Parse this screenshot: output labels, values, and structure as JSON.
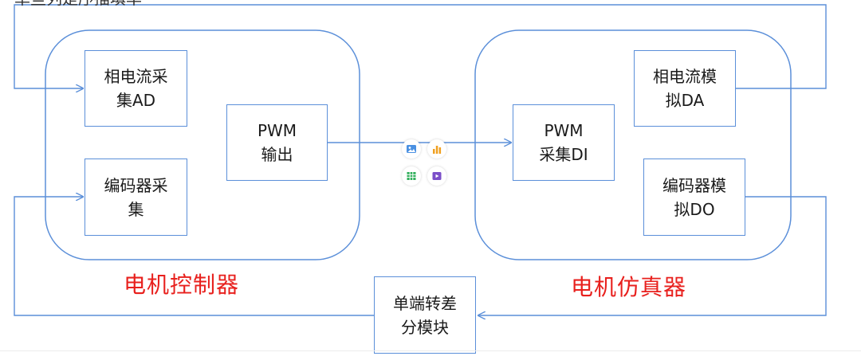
{
  "top_text": "单些列是序描填率",
  "controller": {
    "title": "电机控制器",
    "phase_ad": "相电流采\n集AD",
    "encoder_in": "编码器采\n集",
    "pwm_out": "PWM\n输出"
  },
  "simulator": {
    "title": "电机仿真器",
    "pwm_di": "PWM\n采集DI",
    "phase_da": "相电流模\n拟DA",
    "encoder_do": "编码器模\n拟DO"
  },
  "converter": {
    "label": "单端转差\n分模块"
  },
  "colors": {
    "line": "#5b8fd9",
    "title_red": "#e8201d"
  },
  "toolbar": [
    "image-icon",
    "chart-icon",
    "table-icon",
    "video-icon"
  ]
}
